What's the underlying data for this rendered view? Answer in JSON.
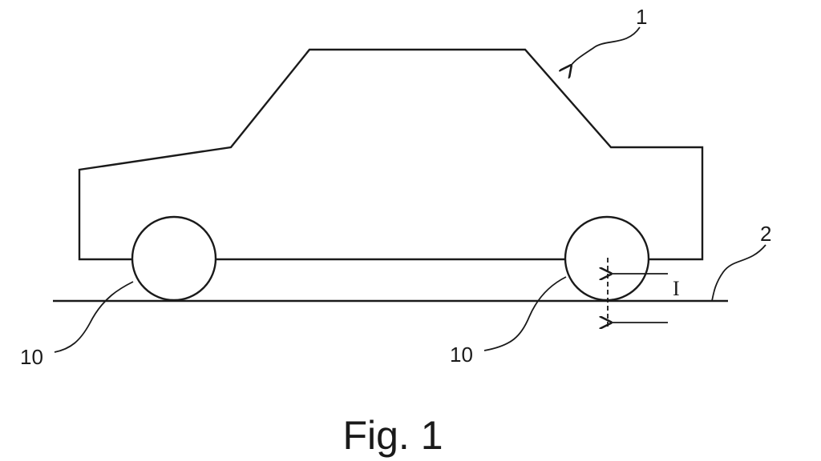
{
  "figure": {
    "caption": "Fig. 1",
    "labels": {
      "vehicle": "1",
      "road": "2",
      "wheel_front": "10",
      "wheel_rear": "10",
      "offset": "I"
    }
  }
}
